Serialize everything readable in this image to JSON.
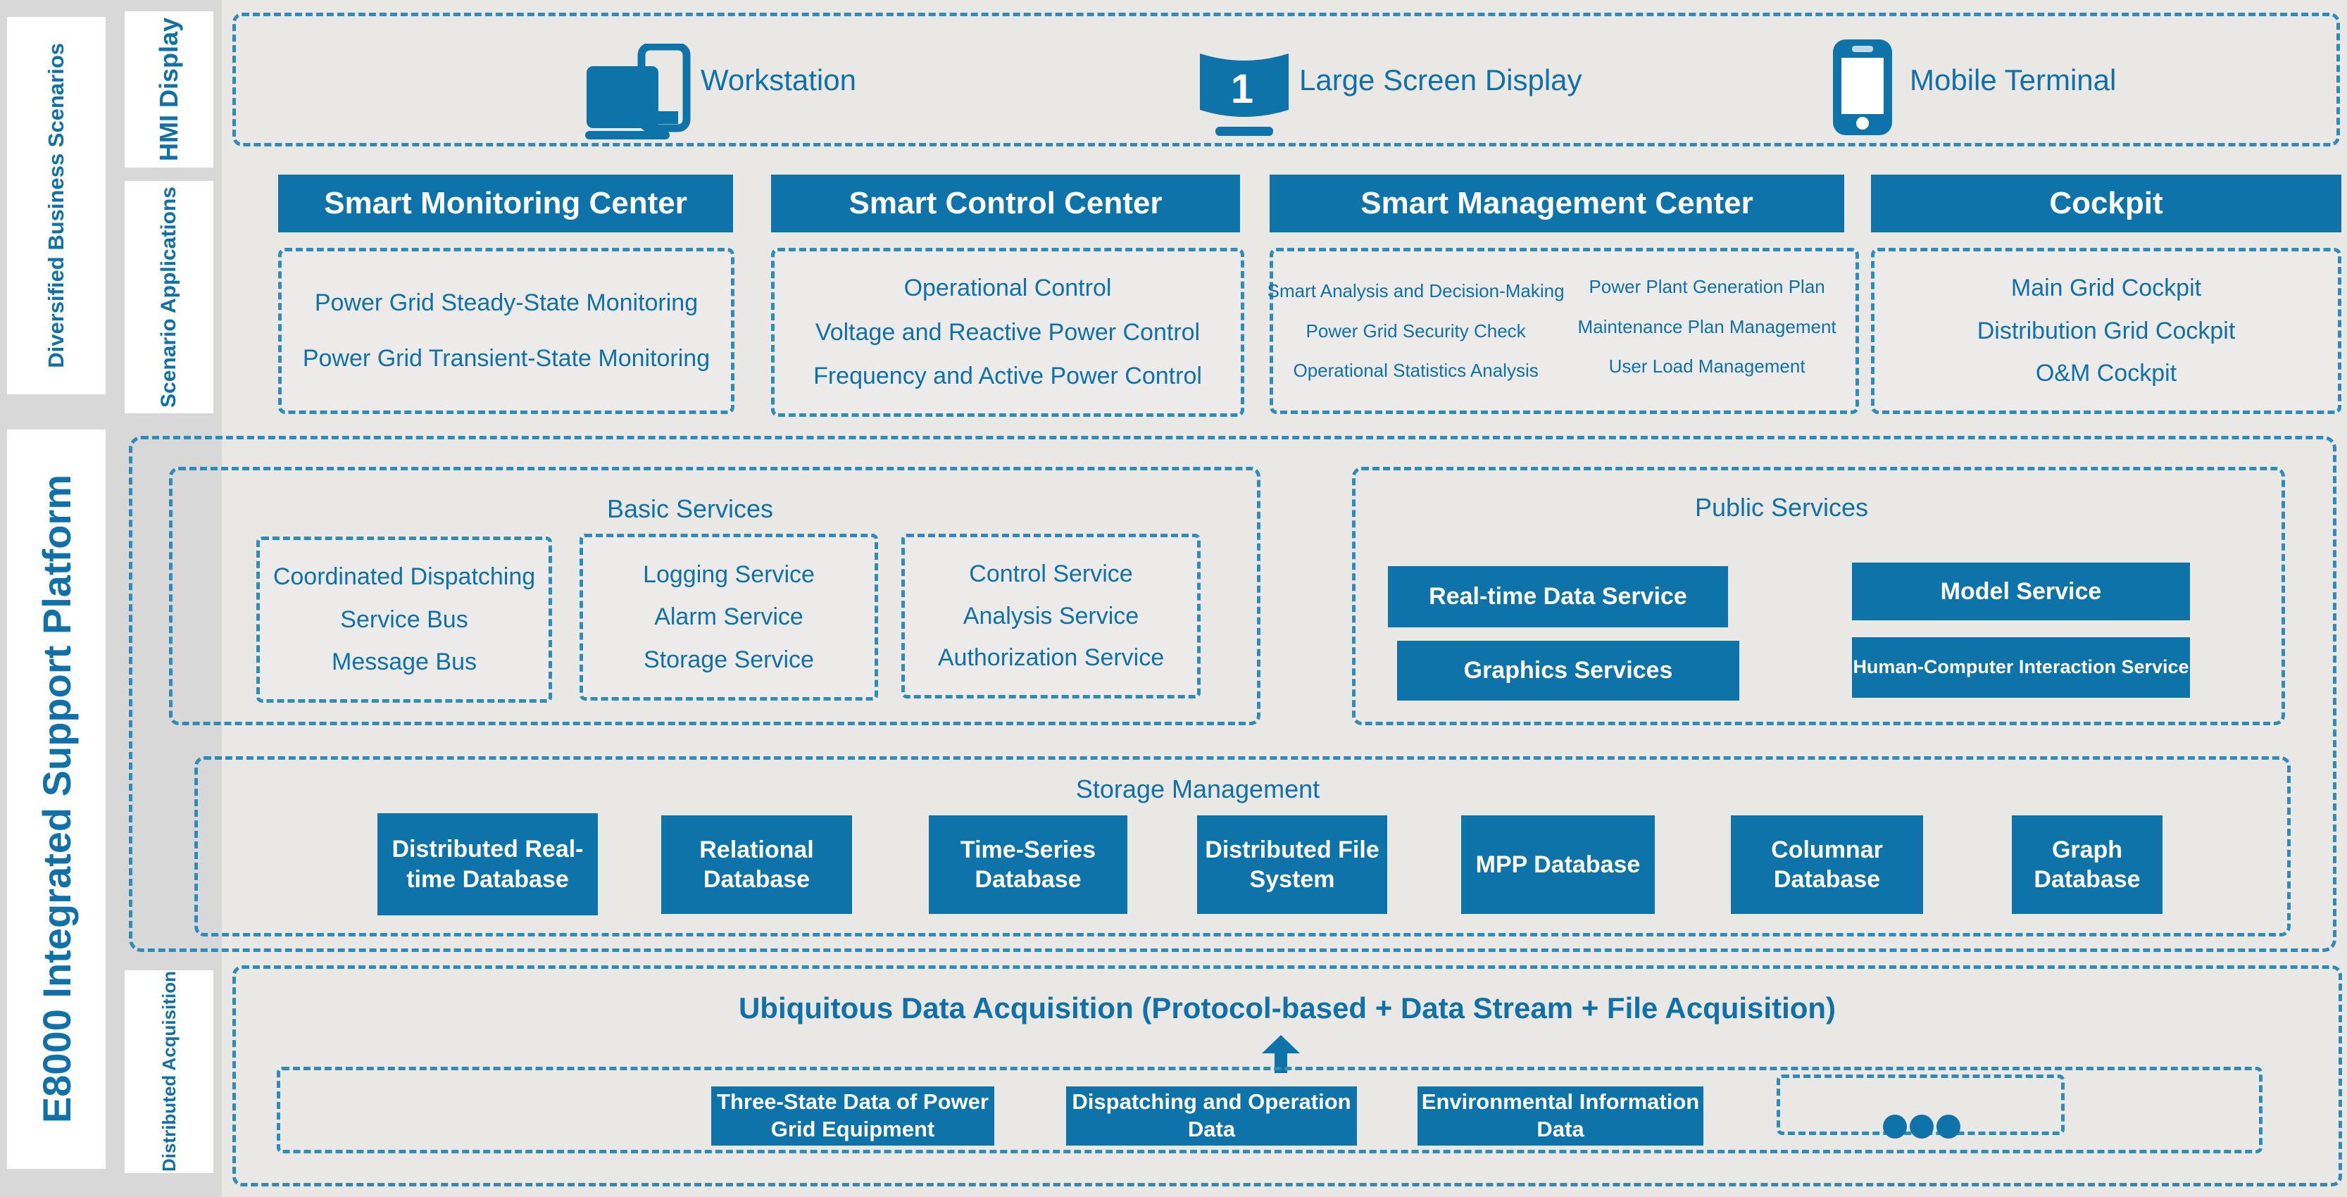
{
  "colors": {
    "accent_teal": "#0E73A8",
    "dashed_border": "#2F8CB8",
    "text_blue": "#1070A8",
    "background_gray": "#D8D8D8",
    "panel_gray": "#E9E8E5",
    "white": "#FFFFFF"
  },
  "sidebar": {
    "business_label": "Diversified Business Scenarios",
    "platform_label": "E8000 Integrated Support Platform",
    "hmi_label": "HMI Display",
    "scenario_label": "Scenario Applications",
    "acquisition_label": "Distributed Acquisition"
  },
  "hmi": {
    "items": [
      {
        "label": "Workstation",
        "icon": "workstation-icon"
      },
      {
        "label": "Large Screen Display",
        "icon": "large-screen-icon",
        "badge": "1"
      },
      {
        "label": "Mobile Terminal",
        "icon": "mobile-terminal-icon"
      }
    ]
  },
  "centers": [
    {
      "title": "Smart Monitoring Center",
      "items": [
        "Power Grid Steady-State Monitoring",
        "Power Grid Transient-State Monitoring"
      ]
    },
    {
      "title": "Smart Control Center",
      "items": [
        "Operational Control",
        "Voltage and Reactive Power Control",
        "Frequency and Active Power Control"
      ]
    },
    {
      "title": "Smart Management Center",
      "columns": [
        [
          "Smart Analysis and Decision-Making",
          "Power Grid Security Check",
          "Operational Statistics Analysis"
        ],
        [
          "Power Plant Generation Plan",
          "Maintenance Plan Management",
          "User Load Management"
        ]
      ]
    },
    {
      "title": "Cockpit",
      "items": [
        "Main Grid Cockpit",
        "Distribution Grid Cockpit",
        "O&M Cockpit"
      ]
    }
  ],
  "basic_services": {
    "title": "Basic Services",
    "groups": [
      [
        "Coordinated Dispatching",
        "Service Bus",
        "Message Bus"
      ],
      [
        "Logging Service",
        "Alarm Service",
        "Storage Service"
      ],
      [
        "Control Service",
        "Analysis Service",
        "Authorization Service"
      ]
    ]
  },
  "public_services": {
    "title": "Public Services",
    "buttons": [
      "Real-time Data Service",
      "Graphics Services",
      "Model Service",
      "Human-Computer Interaction Service"
    ]
  },
  "storage": {
    "title": "Storage Management",
    "buttons": [
      "Distributed Real-time Database",
      "Relational Database",
      "Time-Series Database",
      "Distributed File System",
      "MPP Database",
      "Columnar Database",
      "Graph Database"
    ]
  },
  "acquisition": {
    "title": "Ubiquitous Data Acquisition (Protocol-based + Data Stream + File Acquisition)",
    "sources": [
      "Three-State Data of Power Grid Equipment",
      "Dispatching and Operation Data",
      "Environmental Information Data"
    ],
    "ellipsis": "..."
  }
}
